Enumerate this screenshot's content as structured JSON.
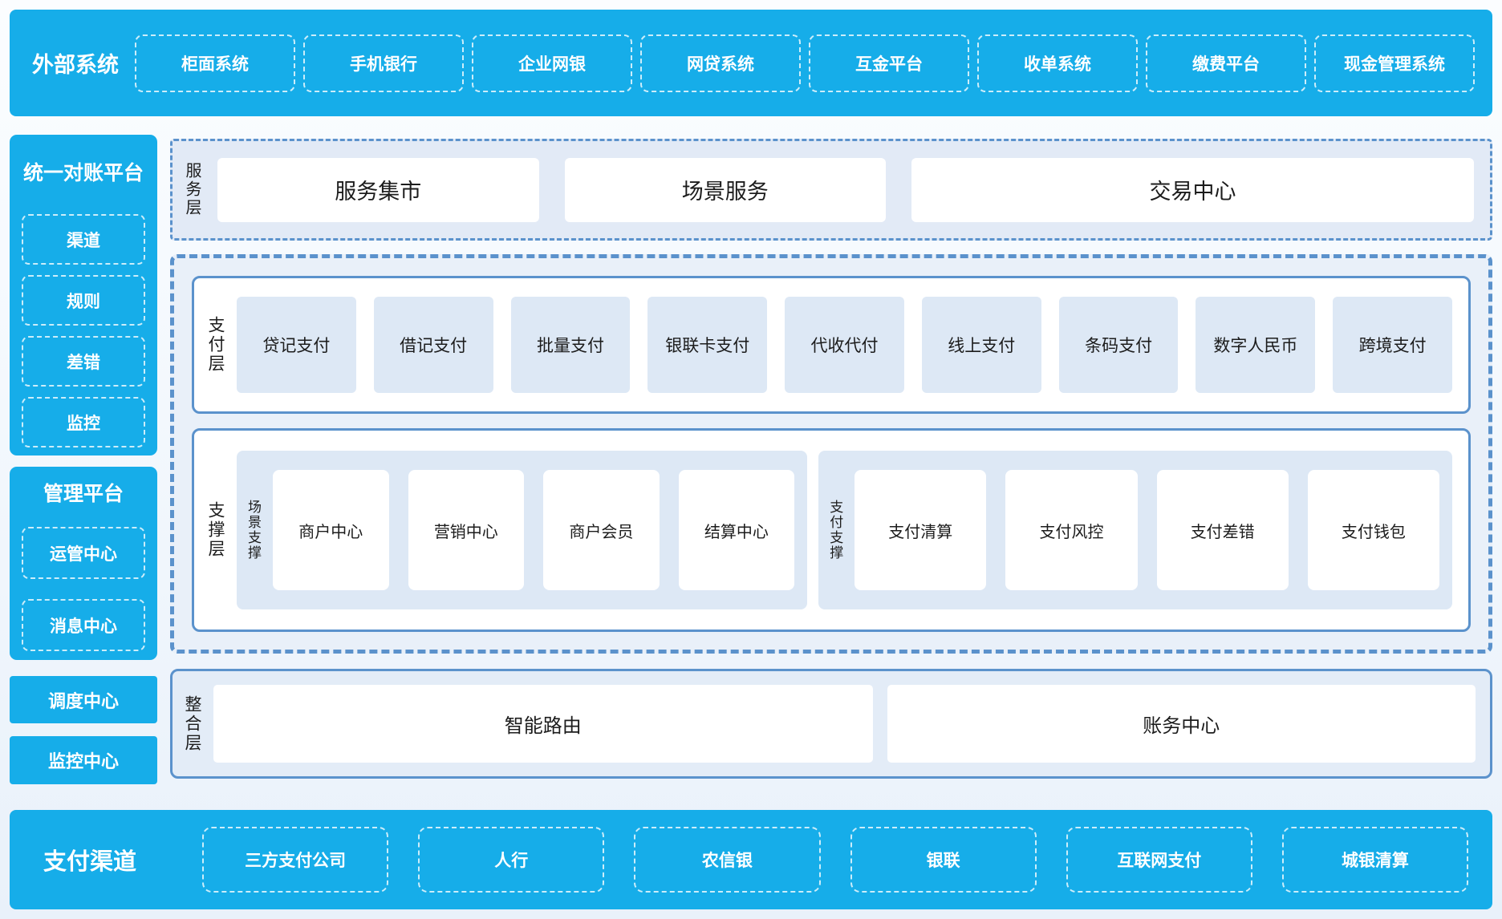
{
  "colors": {
    "accent_blue": "#16ade9",
    "border_blue": "#5b92cc",
    "panel_blue": "#dde8f5",
    "layer_bg": "#e9f0f9"
  },
  "top_bar": {
    "title": "外部系统",
    "items": [
      "柜面系统",
      "手机银行",
      "企业网银",
      "网贷系统",
      "互金平台",
      "收单系统",
      "缴费平台",
      "现金管理系统"
    ]
  },
  "sidebar": {
    "recon_platform": {
      "title": "统一对账平台",
      "items": [
        "渠道",
        "规则",
        "差错",
        "监控"
      ]
    },
    "mgmt_platform": {
      "title": "管理平台",
      "items": [
        "运管中心",
        "消息中心"
      ]
    },
    "scheduling_center": "调度中心",
    "monitoring_center": "监控中心"
  },
  "service_layer": {
    "label": "服务层",
    "items": [
      "服务集市",
      "场景服务",
      "交易中心"
    ]
  },
  "payment_layer": {
    "label": "支付层",
    "items": [
      "贷记支付",
      "借记支付",
      "批量支付",
      "银联卡支付",
      "代收代付",
      "线上支付",
      "条码支付",
      "数字人民币",
      "跨境支付"
    ]
  },
  "support_layer": {
    "label": "支撑层",
    "groups": [
      {
        "label": "场景支撑",
        "items": [
          "商户中心",
          "营销中心",
          "商户会员",
          "结算中心"
        ]
      },
      {
        "label": "支付支撑",
        "items": [
          "支付清算",
          "支付风控",
          "支付差错",
          "支付钱包"
        ]
      }
    ]
  },
  "integration_layer": {
    "label": "整合层",
    "items": [
      "智能路由",
      "账务中心"
    ]
  },
  "bottom_bar": {
    "title": "支付渠道",
    "items": [
      "三方支付公司",
      "人行",
      "农信银",
      "银联",
      "互联网支付",
      "城银清算"
    ]
  }
}
